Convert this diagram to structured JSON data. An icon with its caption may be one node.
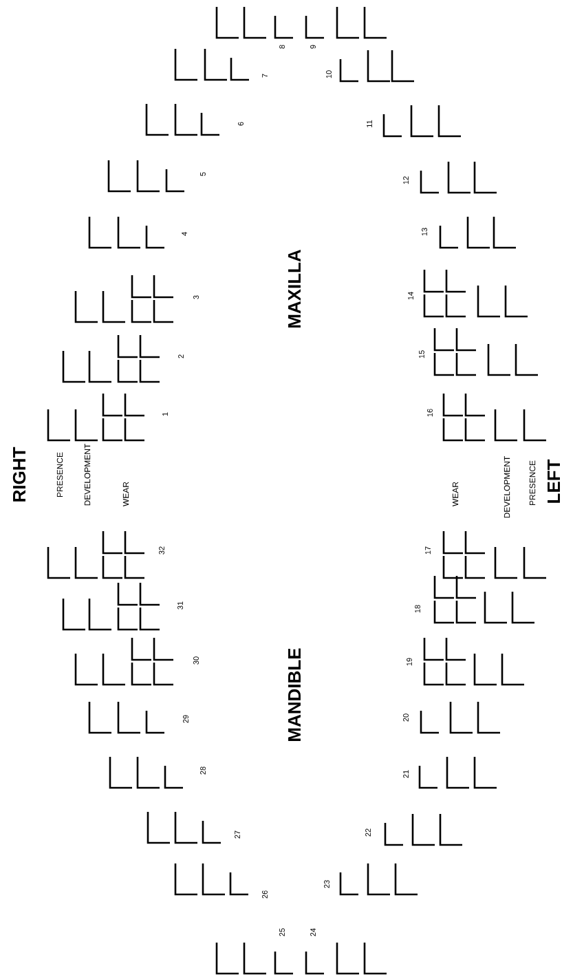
{
  "diagram": {
    "labels": [
      "RIGHT",
      "PRESENCE",
      "DEVELOPMENT",
      "WEAR",
      "MAXILLA",
      "MANDIBLE",
      "WEAR",
      "DEVELOPMENT",
      "PRESENCE",
      "LEFT",
      "1",
      "2",
      "3",
      "4",
      "5",
      "6",
      "7",
      "8",
      "9",
      "10",
      "11",
      "12",
      "13",
      "14",
      "15",
      "16",
      "17",
      "18",
      "19",
      "20",
      "21",
      "22",
      "23",
      "25",
      "24",
      "26",
      "27",
      "28",
      "29",
      "30",
      "31",
      "32"
    ]
  }
}
